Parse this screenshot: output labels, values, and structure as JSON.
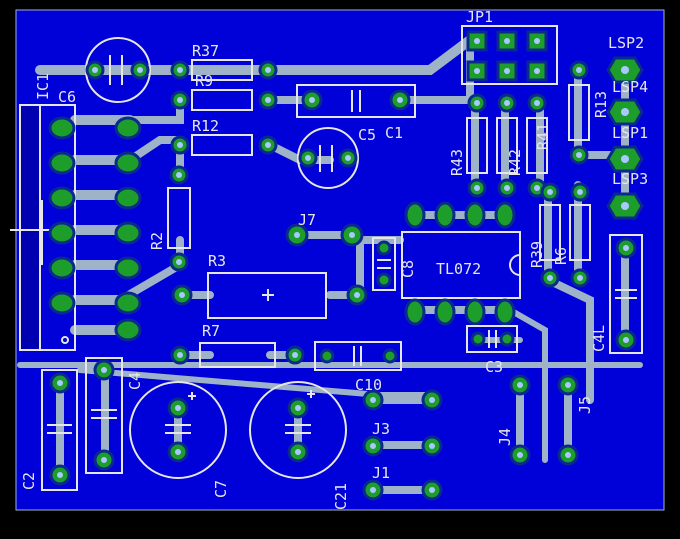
{
  "board": {
    "background": "#000000",
    "copper": "#0000d8",
    "trace": "#9fb3c8",
    "pad": "#1d9e2a",
    "silk": "#e6e6e6"
  },
  "labels": {
    "JP1": "JP1",
    "LSP2": "LSP2",
    "LSP4": "LSP4",
    "LSP1": "LSP1",
    "LSP3": "LSP3",
    "IC1": "IC1",
    "C6": "C6",
    "R37": "R37",
    "R9": "R9",
    "R12": "R12",
    "C1": "C1",
    "C5": "C5",
    "R43": "R43",
    "R42": "R42",
    "R41": "R41",
    "R13": "R13",
    "R2": "R2",
    "J7": "J7",
    "C8": "C8",
    "TL072": "TL072",
    "R39": "R39",
    "R6": "R6",
    "R3": "R3",
    "R7": "R7",
    "C4": "C4",
    "C10": "C10",
    "C3": "C3",
    "C4L": "C4L",
    "J3": "J3",
    "J1": "J1",
    "J4": "J4",
    "J5": "J5",
    "C2": "C2",
    "C7": "C7",
    "C21": "C21"
  }
}
